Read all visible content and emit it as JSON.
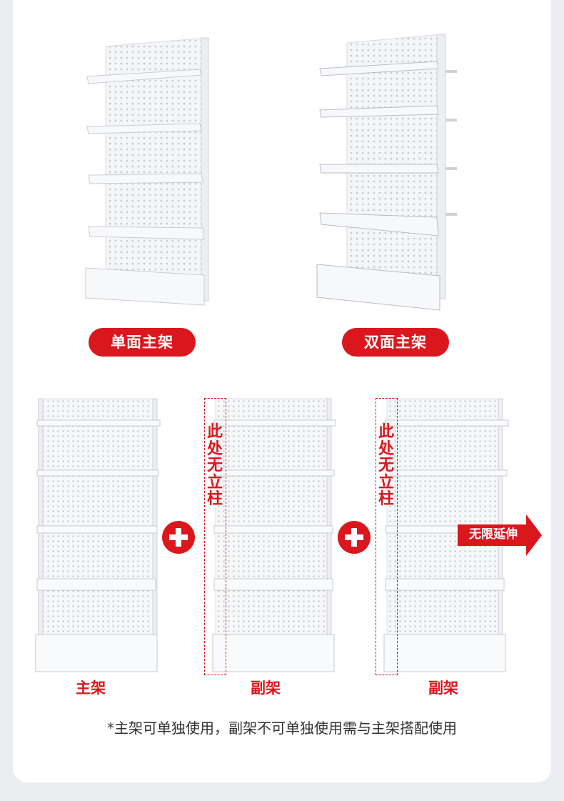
{
  "top_labels": {
    "single": "单面主架",
    "double": "双面主架"
  },
  "bottom_labels": {
    "main": "主架",
    "sub1": "副架",
    "sub2": "副架"
  },
  "no_column_note": "此处无立柱",
  "extend_label": "无限延伸",
  "footnote": "*主架可单独使用，副架不可单独使用需与主架搭配使用",
  "icons": [
    "plus-icon",
    "arrow-right-icon"
  ],
  "colors": {
    "accent": "#d9171d",
    "background": "#ebedf1"
  }
}
